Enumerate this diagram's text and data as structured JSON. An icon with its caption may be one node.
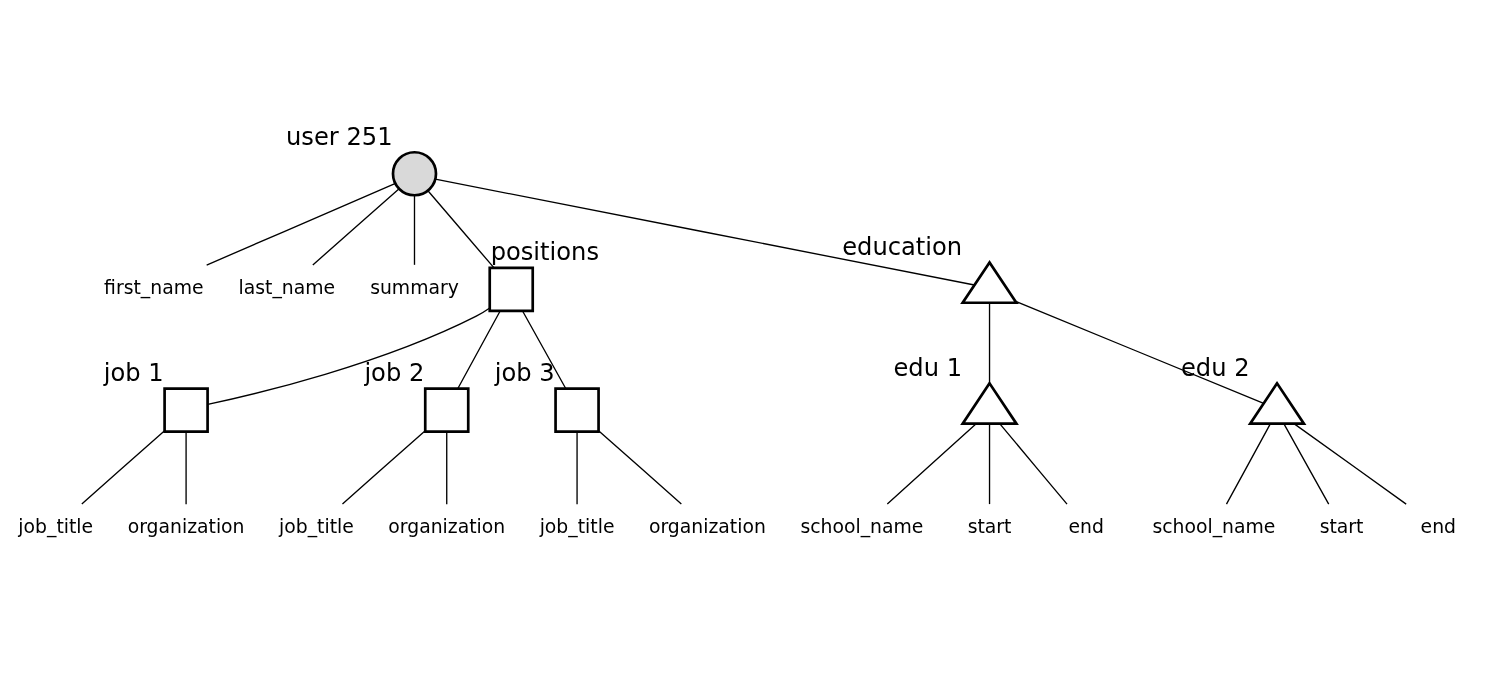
{
  "diagram": {
    "nodes": [
      {
        "text": [],
        "shape": "circle",
        "beside": [
          "user 251"
        ]
      },
      {
        "text": [
          "first_name"
        ]
      },
      {
        "text": [
          "last_name"
        ]
      },
      {
        "text": [
          "summary"
        ]
      },
      {
        "text": [],
        "shape": "box",
        "beside": [
          "positions"
        ]
      },
      {
        "text": [],
        "shape": "triangle",
        "beside": [
          "education"
        ]
      },
      {
        "text": [],
        "shape": "box",
        "beside": [
          "job 1"
        ]
      },
      {
        "text": [],
        "shape": "box",
        "beside": [
          "job 2"
        ]
      },
      {
        "text": [],
        "shape": "box",
        "beside": [
          "job 3"
        ]
      },
      {
        "text": [],
        "shape": "triangle",
        "beside": [
          "edu 1"
        ]
      },
      {
        "text": [],
        "shape": "triangle",
        "beside": [
          "edu 2"
        ]
      },
      {
        "text": [
          "job_title"
        ]
      },
      {
        "text": [
          "organization"
        ]
      },
      {
        "text": [
          "job_title"
        ]
      },
      {
        "text": [
          "organization"
        ]
      },
      {
        "text": [
          "job_title"
        ]
      },
      {
        "text": [
          "organization"
        ]
      },
      {
        "text": [
          "school_name"
        ]
      },
      {
        "text": [
          "start"
        ]
      },
      {
        "text": [
          "end"
        ]
      },
      {
        "text": [
          "school_name"
        ]
      },
      {
        "text": [
          "start"
        ]
      },
      {
        "text": [
          "end"
        ]
      }
    ],
    "edges": [
      {
        "from": 0,
        "to": 1,
        "arrow": "none"
      },
      {
        "from": 0,
        "to": 2,
        "arrow": "none"
      },
      {
        "from": 0,
        "to": 3,
        "arrow": "none"
      },
      {
        "from": 0,
        "to": 4,
        "arrow": "none"
      },
      {
        "from": 0,
        "to": 5,
        "arrow": "none"
      },
      {
        "from": 4,
        "to": 6,
        "arrow": "none"
      },
      {
        "from": 4,
        "to": 7,
        "arrow": "none"
      },
      {
        "from": 4,
        "to": 8,
        "arrow": "none"
      },
      {
        "from": 5,
        "to": 9,
        "arrow": "none"
      },
      {
        "from": 5,
        "to": 10,
        "arrow": "none"
      },
      {
        "from": 6,
        "to": 11,
        "arrow": "none"
      },
      {
        "from": 6,
        "to": 12,
        "arrow": "none"
      },
      {
        "from": 7,
        "to": 13,
        "arrow": "none"
      },
      {
        "from": 7,
        "to": 14,
        "arrow": "none"
      },
      {
        "from": 8,
        "to": 15,
        "arrow": "none"
      },
      {
        "from": 8,
        "to": 16,
        "arrow": "none"
      },
      {
        "from": 9,
        "to": 17,
        "arrow": "none"
      },
      {
        "from": 9,
        "to": 18,
        "arrow": "none"
      },
      {
        "from": 9,
        "to": 19,
        "arrow": "none"
      },
      {
        "from": 10,
        "to": 20,
        "arrow": "none"
      },
      {
        "from": 10,
        "to": 21,
        "arrow": "none"
      },
      {
        "from": 10,
        "to": 22,
        "arrow": "none"
      }
    ]
  }
}
